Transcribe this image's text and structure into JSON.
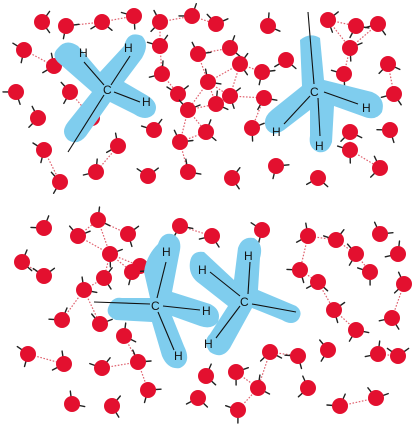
{
  "colors": {
    "oxygen": "#e3102f",
    "hbond": "#e0626f",
    "methane_shell": "#7fcdee",
    "bond": "#111111"
  },
  "panels": [
    {
      "methanes": [
        {
          "center": "C",
          "hydrogens": [
            "H",
            "H",
            "H"
          ]
        },
        {
          "center": "C",
          "hydrogens": [
            "H",
            "H",
            "H"
          ]
        }
      ]
    },
    {
      "methanes": [
        {
          "center": "C",
          "hydrogens": [
            "H",
            "H",
            "H"
          ]
        },
        {
          "center": "C",
          "hydrogens": [
            "H",
            "H",
            "H"
          ]
        }
      ]
    }
  ]
}
